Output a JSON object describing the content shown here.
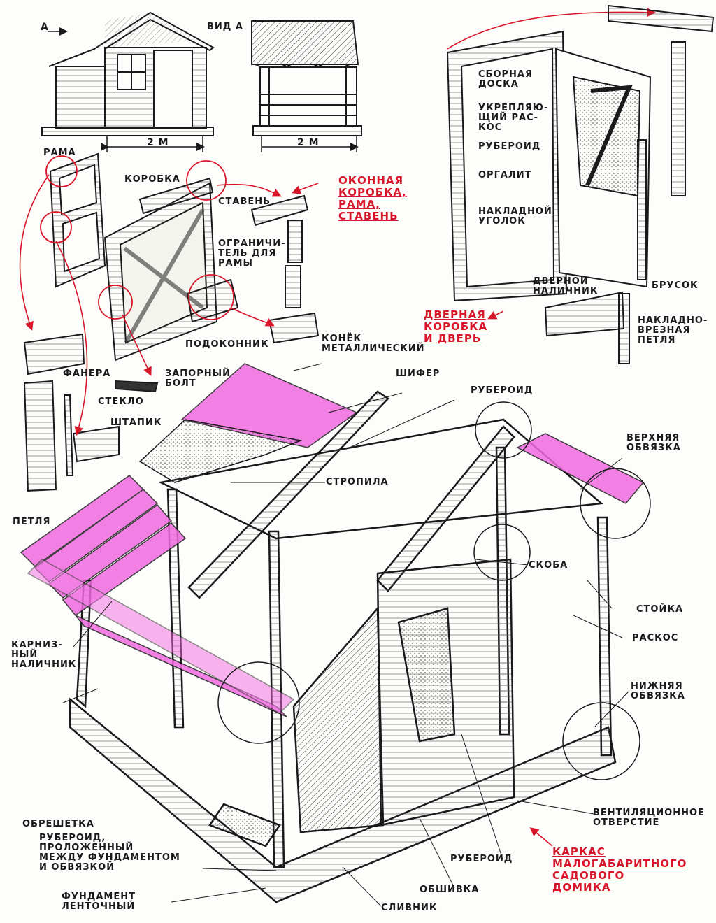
{
  "top_views": {
    "arrow_a": "А",
    "view_a": "ВИД А",
    "width_left": "2 м",
    "width_right": "2 м"
  },
  "window_labels": {
    "rama": "РАМА",
    "korobka": "КОРОБКА",
    "staven": "СТАВЕНЬ",
    "ogranichitel": "ОГРАНИЧИ-\nТЕЛЬ ДЛЯ\nРАМЫ",
    "podokonnik": "ПОДОКОННИК",
    "zapornyi_bolt": "ЗАПОРНЫЙ\nБОЛТ",
    "faneра": "ФАНЕРА",
    "steklo": "СТЕКЛО",
    "shtapik": "ШТАПИК",
    "petlya": "ПЕТЛЯ",
    "window_title": "ОКОННАЯ\nКОРОБКА,\nРАМА,\nСТАВЕНЬ"
  },
  "door_labels": {
    "sbornaya_doska": "СБОРНАЯ\nДОСКА",
    "ukreplyayushchiy": "УКРЕПЛЯЮ-\nЩИЙ РАС-\nКОС",
    "ruberoid": "РУБЕРОИД",
    "orgalit": "ОРГАЛИТ",
    "nakladnoy_ugolok": "НАКЛАДНОЙ\nУГОЛОК",
    "bruskok": "БРУСОК",
    "dvernoy_nalichnik": "ДВЕРНОЙ\nНАЛИЧНИК",
    "nakladno_petlya": "НАКЛАДНО-\nВРЕЗНАЯ\nПЕТЛЯ",
    "door_title": "ДВЕРНАЯ\nКОРОБКА\nИ ДВЕРЬ"
  },
  "frame_labels": {
    "konek": "КОНЁК\nМЕТАЛЛИЧЕСКИЙ",
    "shifer": "ШИФЕР",
    "ruberoid_roof": "РУБЕРОИД",
    "stropila": "СТРОПИЛА",
    "verkhnyaya_obvyazka": "ВЕРХНЯЯ\nОБВЯЗКА",
    "skoba": "СКОБА",
    "stoyka": "СТОЙКА",
    "raskos": "РАСКОС",
    "nizhnyaya_obvyazka": "НИЖНЯЯ\nОБВЯЗКА",
    "karniznyy": "КАРНИЗ-\nНЫЙ\nНАЛИЧНИК",
    "obreshetka": "ОБРЕШЕТКА",
    "ventilyatsionnoe": "ВЕНТИЛЯЦИОННОЕ\nОТВЕРСТИЕ",
    "ruberoid_fund": "РУБЕРОИД,\nПРОЛОЖЕННЫЙ\nМЕЖДУ ФУНДАМЕНТОМ\nИ ОБВЯЗКОЙ",
    "fundament": "ФУНДАМЕНТ\nЛЕНТОЧНЫЙ",
    "ruberoid_wall": "РУБЕРОИД",
    "obshivka": "ОБШИВКА",
    "slivnik": "СЛИВНИК",
    "frame_title": "КАРКАС\nМАЛОГАБАРИТНОГО\nСАДОВОГО\nДОМИКА"
  },
  "colors": {
    "ink": "#1a1a1a",
    "accent": "#d8162a",
    "roof_pink": "#f06adf"
  }
}
